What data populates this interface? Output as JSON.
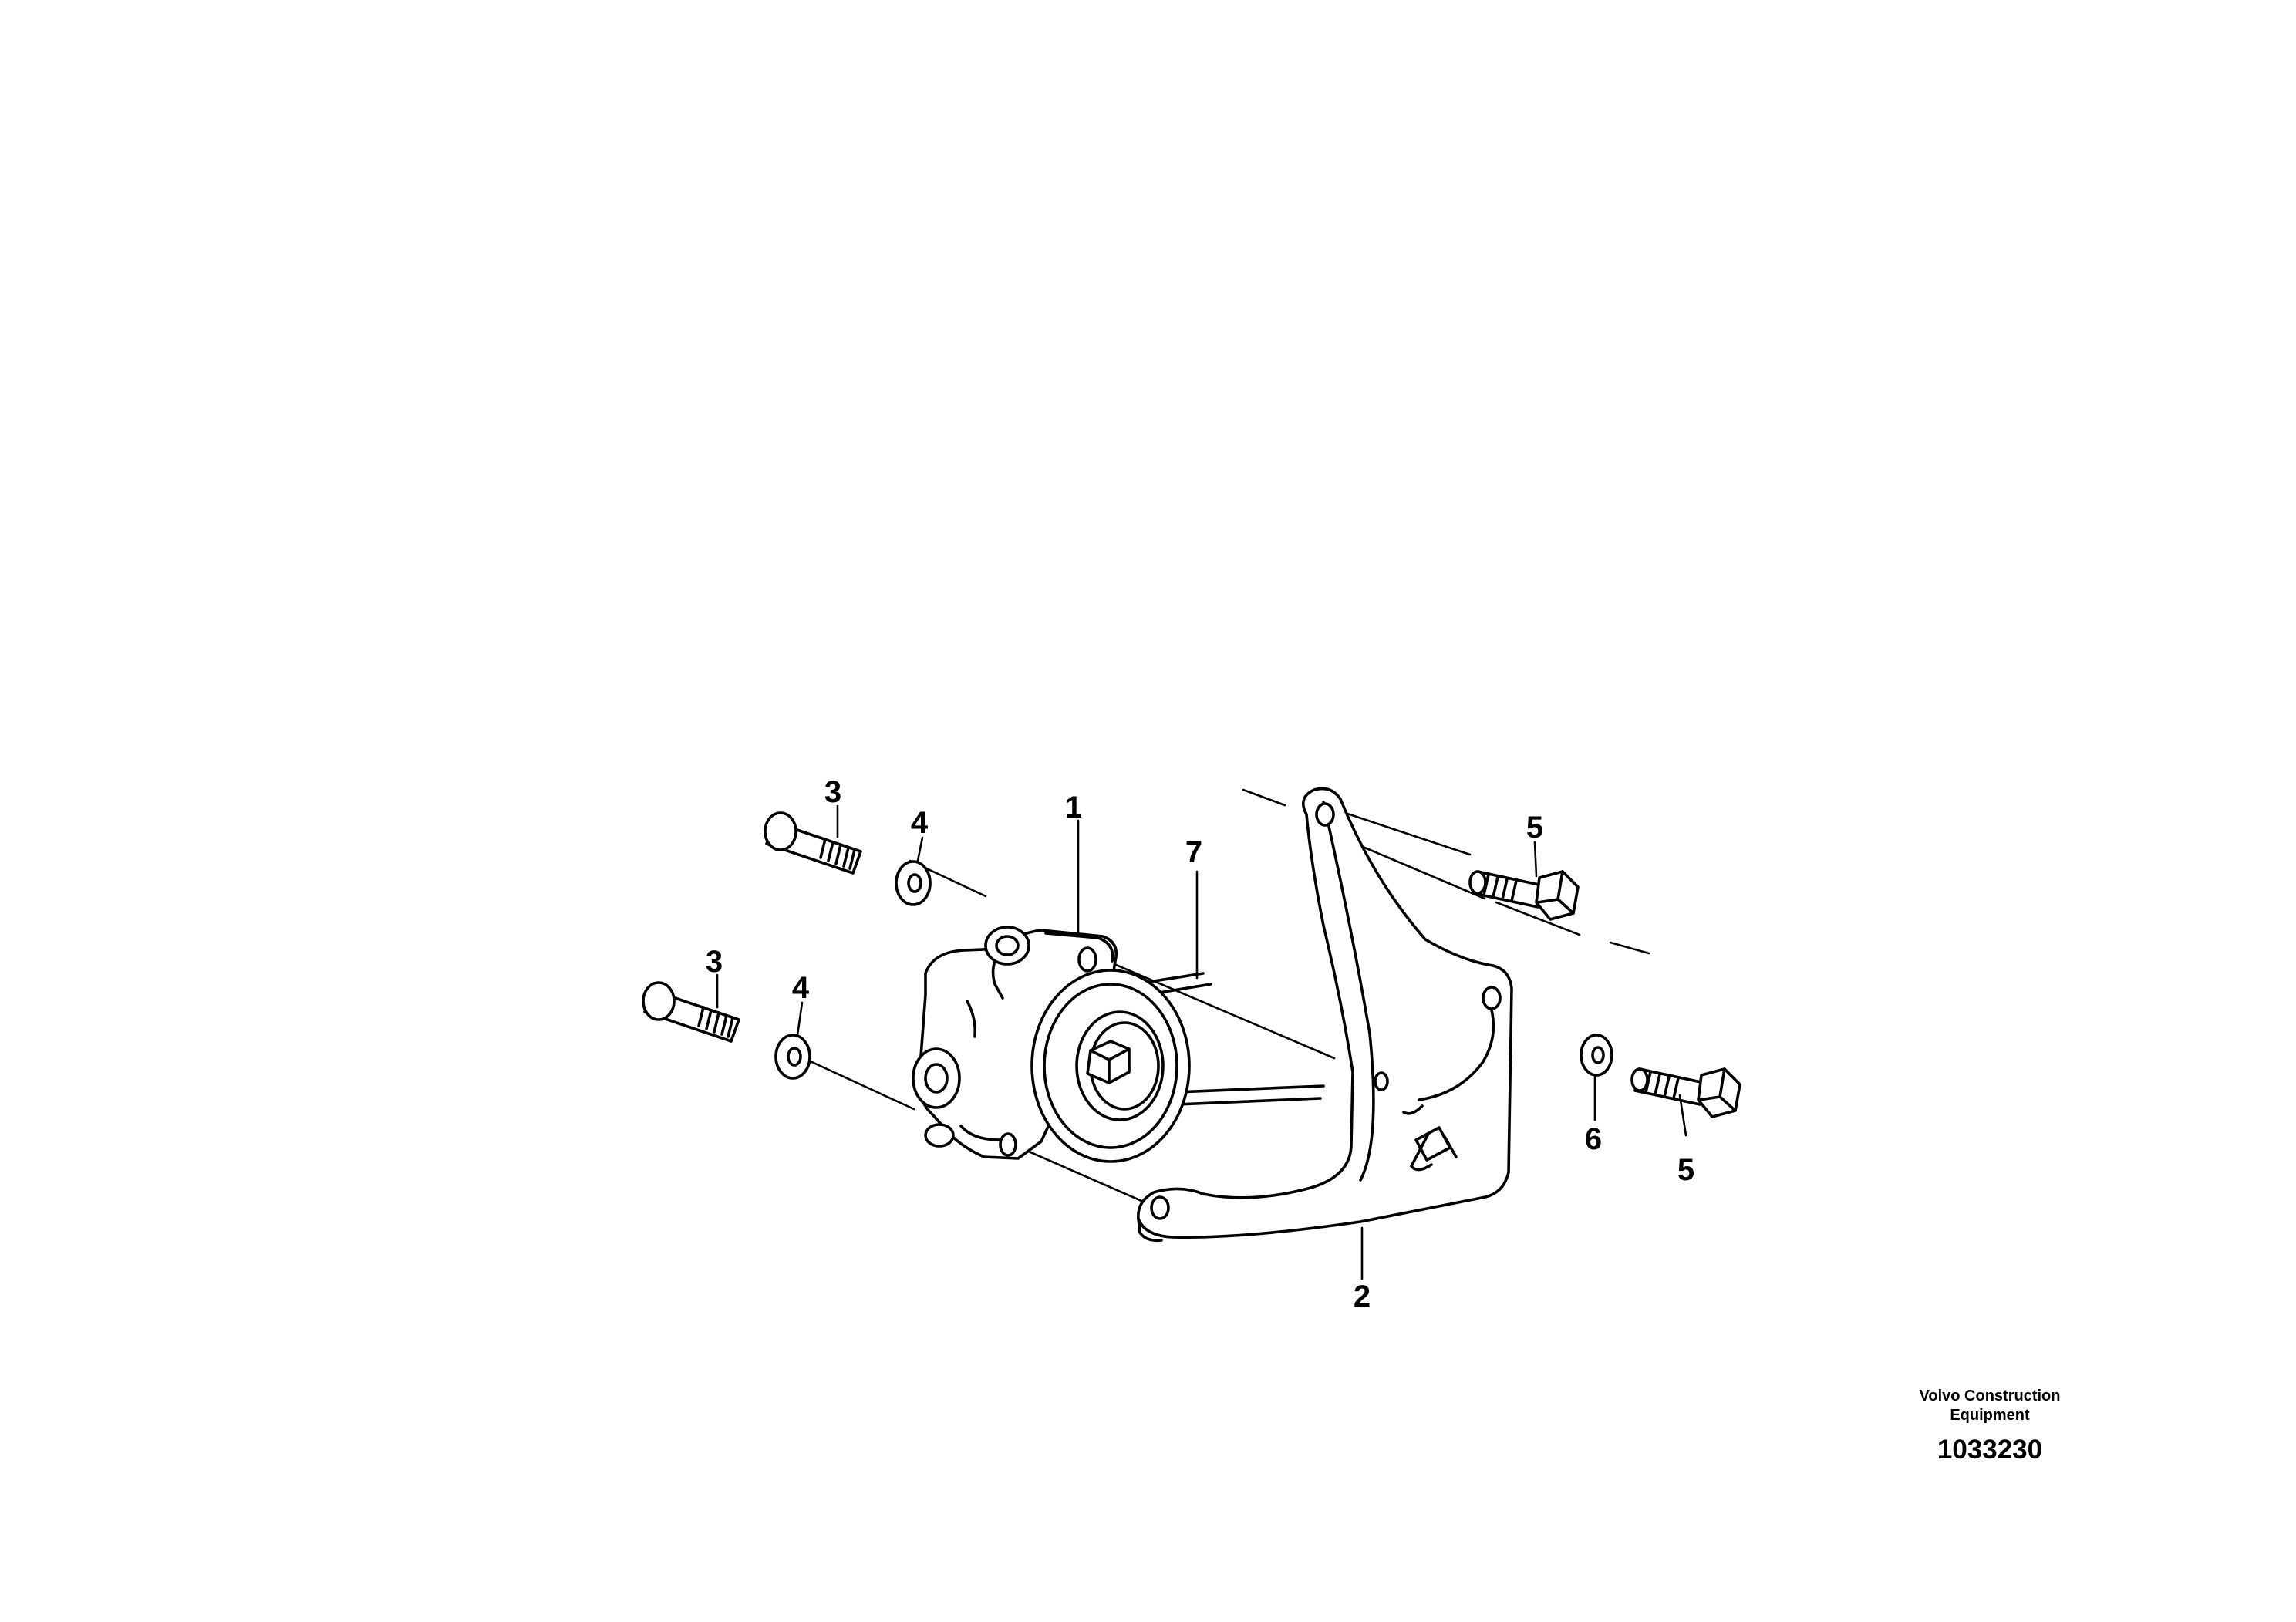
{
  "diagram": {
    "callouts": {
      "c1": "1",
      "c2": "2",
      "c3a": "3",
      "c3b": "3",
      "c4a": "4",
      "c4b": "4",
      "c5a": "5",
      "c5b": "5",
      "c6": "6",
      "c7": "7"
    }
  },
  "footer": {
    "brand_line1": "Volvo Construction",
    "brand_line2": "Equipment",
    "drawing_number": "1033230"
  }
}
